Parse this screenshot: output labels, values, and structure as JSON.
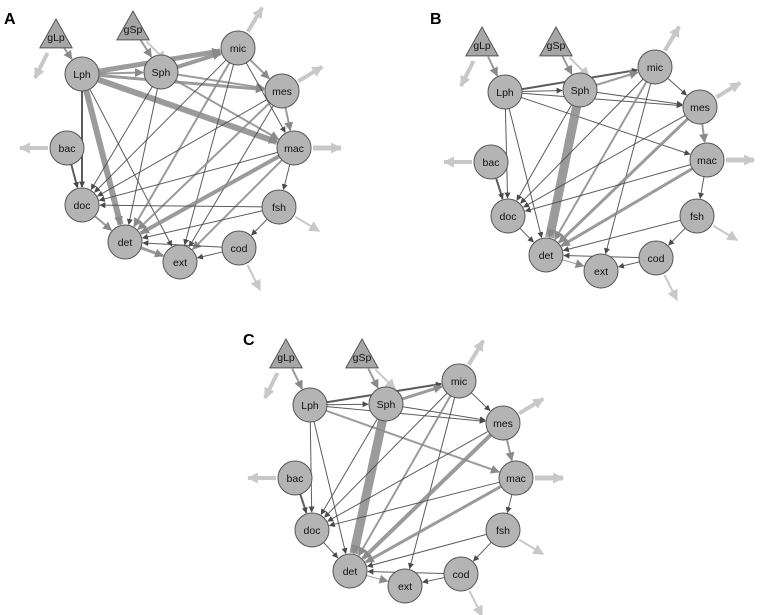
{
  "panels": [
    {
      "label": "A"
    },
    {
      "label": "B"
    },
    {
      "label": "C"
    }
  ],
  "node_names": [
    "gLp",
    "gSp",
    "Lph",
    "Sph",
    "mic",
    "mes",
    "mac",
    "bac",
    "fsh",
    "doc",
    "cod",
    "det",
    "ext"
  ],
  "colors": {
    "node_fill": "#b4b4b4",
    "node_stroke": "#555555",
    "edge_dark": "#4a4a4a",
    "edge_mid": "#8a8a8a",
    "edge_light": "#c8c8c8",
    "background": "#ffffff"
  },
  "edges_A": [
    [
      "gLp",
      "Lph",
      2,
      "m"
    ],
    [
      "gSp",
      "Sph",
      2,
      "m"
    ],
    [
      "Lph",
      "mic",
      5,
      "m"
    ],
    [
      "Lph",
      "mes",
      3,
      "m"
    ],
    [
      "Lph",
      "mac",
      6,
      "m"
    ],
    [
      "Lph",
      "det",
      6,
      "m"
    ],
    [
      "Lph",
      "doc",
      2,
      "d"
    ],
    [
      "Lph",
      "ext",
      1,
      "d"
    ],
    [
      "Lph",
      "Sph",
      2,
      "m"
    ],
    [
      "Sph",
      "mic",
      4,
      "m"
    ],
    [
      "Sph",
      "mes",
      2,
      "m"
    ],
    [
      "Sph",
      "mac",
      2,
      "m"
    ],
    [
      "Sph",
      "det",
      1,
      "d"
    ],
    [
      "Sph",
      "doc",
      1,
      "d"
    ],
    [
      "mic",
      "mes",
      2,
      "m"
    ],
    [
      "mic",
      "det",
      2,
      "m"
    ],
    [
      "mic",
      "doc",
      1,
      "d"
    ],
    [
      "mic",
      "ext",
      1,
      "d"
    ],
    [
      "mic",
      "mac",
      1,
      "d"
    ],
    [
      "mes",
      "mac",
      2,
      "m"
    ],
    [
      "mes",
      "det",
      2,
      "m"
    ],
    [
      "mes",
      "doc",
      1,
      "d"
    ],
    [
      "mes",
      "ext",
      1,
      "d"
    ],
    [
      "mac",
      "det",
      4,
      "m"
    ],
    [
      "mac",
      "doc",
      1,
      "d"
    ],
    [
      "mac",
      "fsh",
      1,
      "d"
    ],
    [
      "mac",
      "ext",
      2,
      "m"
    ],
    [
      "fsh",
      "cod",
      1,
      "d"
    ],
    [
      "fsh",
      "doc",
      1,
      "d"
    ],
    [
      "fsh",
      "det",
      1,
      "d"
    ],
    [
      "cod",
      "ext",
      1,
      "d"
    ],
    [
      "cod",
      "det",
      1,
      "d"
    ],
    [
      "bac",
      "doc",
      2,
      "d"
    ],
    [
      "doc",
      "det",
      2,
      "m"
    ],
    [
      "det",
      "ext",
      3,
      "m"
    ]
  ],
  "edges_B": [
    [
      "gLp",
      "Lph",
      2,
      "m"
    ],
    [
      "gSp",
      "Sph",
      2,
      "m"
    ],
    [
      "Lph",
      "mic",
      2,
      "d"
    ],
    [
      "Lph",
      "mes",
      1,
      "d"
    ],
    [
      "Lph",
      "mac",
      1,
      "d"
    ],
    [
      "Lph",
      "Sph",
      1,
      "d"
    ],
    [
      "Lph",
      "doc",
      1,
      "d"
    ],
    [
      "Lph",
      "det",
      1,
      "d"
    ],
    [
      "Sph",
      "det",
      9,
      "m"
    ],
    [
      "Sph",
      "mic",
      2,
      "m"
    ],
    [
      "Sph",
      "mes",
      1,
      "d"
    ],
    [
      "Sph",
      "doc",
      1,
      "d"
    ],
    [
      "mic",
      "det",
      2,
      "m"
    ],
    [
      "mic",
      "doc",
      1,
      "d"
    ],
    [
      "mic",
      "mes",
      1,
      "d"
    ],
    [
      "mic",
      "ext",
      1,
      "d"
    ],
    [
      "mes",
      "det",
      3,
      "m"
    ],
    [
      "mes",
      "mac",
      2,
      "m"
    ],
    [
      "mes",
      "doc",
      1,
      "d"
    ],
    [
      "mac",
      "det",
      3,
      "m"
    ],
    [
      "mac",
      "doc",
      1,
      "d"
    ],
    [
      "mac",
      "fsh",
      1,
      "d"
    ],
    [
      "fsh",
      "cod",
      1,
      "d"
    ],
    [
      "fsh",
      "det",
      1,
      "d"
    ],
    [
      "cod",
      "det",
      1,
      "d"
    ],
    [
      "cod",
      "ext",
      1,
      "d"
    ],
    [
      "bac",
      "doc",
      2,
      "d"
    ],
    [
      "doc",
      "det",
      1,
      "d"
    ],
    [
      "det",
      "ext",
      1,
      "m"
    ]
  ],
  "edges_C": [
    [
      "gLp",
      "Lph",
      2,
      "m"
    ],
    [
      "gSp",
      "Sph",
      2,
      "m"
    ],
    [
      "Lph",
      "mic",
      2,
      "d"
    ],
    [
      "Lph",
      "mes",
      1,
      "d"
    ],
    [
      "Lph",
      "mac",
      2,
      "m"
    ],
    [
      "Lph",
      "Sph",
      1,
      "d"
    ],
    [
      "Lph",
      "doc",
      1,
      "d"
    ],
    [
      "Lph",
      "det",
      1,
      "d"
    ],
    [
      "Sph",
      "det",
      9,
      "m"
    ],
    [
      "Sph",
      "mic",
      3,
      "m"
    ],
    [
      "Sph",
      "mes",
      1,
      "d"
    ],
    [
      "Sph",
      "doc",
      1,
      "d"
    ],
    [
      "mic",
      "det",
      2,
      "m"
    ],
    [
      "mic",
      "doc",
      1,
      "d"
    ],
    [
      "mic",
      "mes",
      1,
      "d"
    ],
    [
      "mic",
      "ext",
      1,
      "d"
    ],
    [
      "mes",
      "det",
      4,
      "m"
    ],
    [
      "mes",
      "mac",
      2,
      "m"
    ],
    [
      "mes",
      "doc",
      1,
      "d"
    ],
    [
      "mac",
      "det",
      3,
      "m"
    ],
    [
      "mac",
      "doc",
      1,
      "d"
    ],
    [
      "mac",
      "fsh",
      1,
      "d"
    ],
    [
      "fsh",
      "cod",
      1,
      "d"
    ],
    [
      "fsh",
      "det",
      1,
      "d"
    ],
    [
      "cod",
      "det",
      1,
      "d"
    ],
    [
      "cod",
      "ext",
      1,
      "d"
    ],
    [
      "bac",
      "doc",
      2,
      "d"
    ],
    [
      "doc",
      "det",
      1,
      "d"
    ],
    [
      "det",
      "ext",
      1,
      "m"
    ]
  ],
  "outflows": [
    [
      "bac",
      4
    ],
    [
      "mic",
      4
    ],
    [
      "mes",
      4
    ],
    [
      "mac",
      5
    ],
    [
      "fsh",
      2
    ],
    [
      "cod",
      2
    ],
    [
      "gLp",
      4
    ],
    [
      "gSp",
      2
    ]
  ]
}
